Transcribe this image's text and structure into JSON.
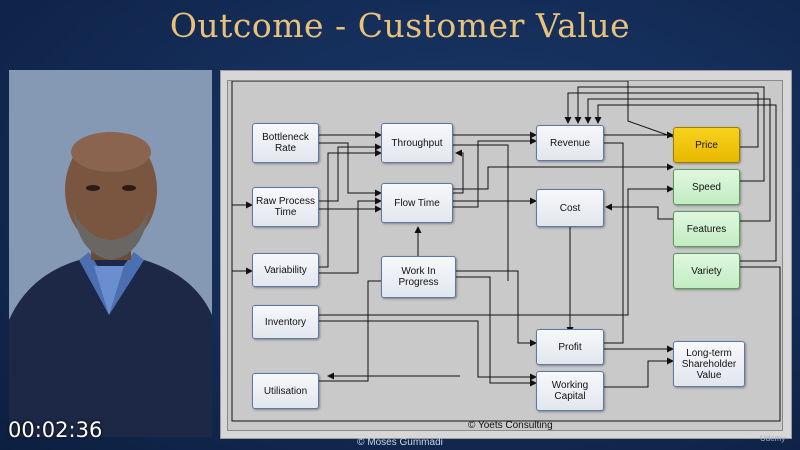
{
  "slide": {
    "title": "Outcome - Customer Value",
    "footer": "© Moses Gummadi",
    "brand_logo": "Udemy"
  },
  "video": {
    "timestamp": "00:02:36"
  },
  "diagram": {
    "copyright": "© Yoets Consulting",
    "nodes": {
      "bottleneck_rate": "Bottleneck Rate",
      "raw_process_time": "Raw Process Time",
      "variability": "Variability",
      "inventory": "Inventory",
      "utilisation": "Utilisation",
      "throughput": "Throughput",
      "flow_time": "Flow Time",
      "work_in_progress": "Work In Progress",
      "revenue": "Revenue",
      "cost": "Cost",
      "profit": "Profit",
      "working_capital": "Working Capital",
      "price": "Price",
      "speed": "Speed",
      "features": "Features",
      "variety": "Variety",
      "long_term_shareholder_value": "Long-term Shareholder Value"
    }
  },
  "colors": {
    "title": "#e9c27a",
    "background": "#132b55",
    "price_node": "#f2c80e",
    "green_nodes": "#cfeecf"
  }
}
